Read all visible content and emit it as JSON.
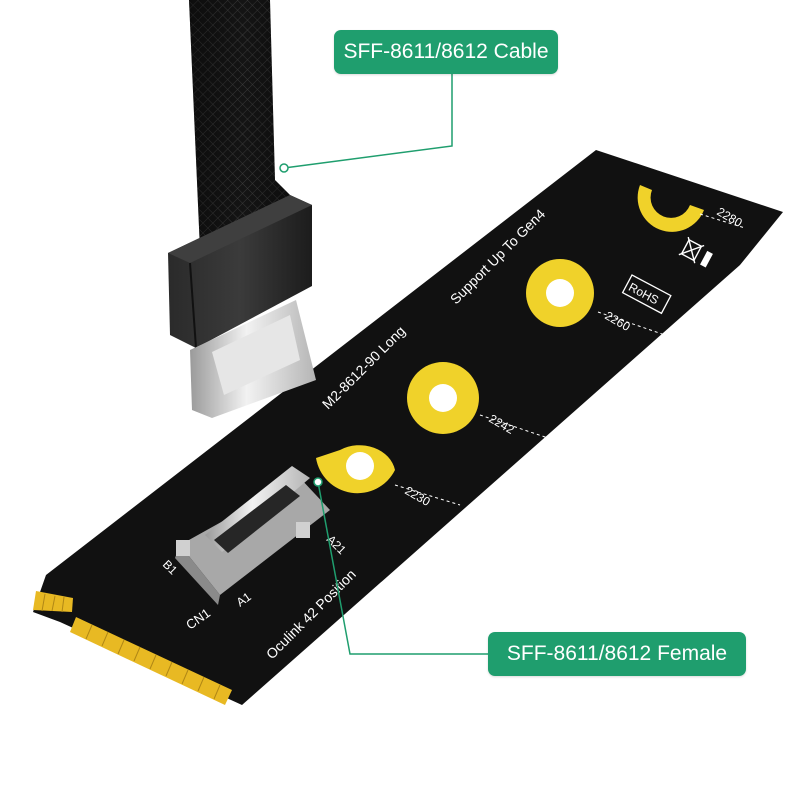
{
  "callouts": {
    "cable": "SFF-8611/8612 Cable",
    "female": "SFF-8611/8612 Female"
  },
  "board": {
    "model": "M2-8612-90 Long",
    "support": "Support Up To Gen4",
    "connector_desc": "Oculink 42 Position",
    "connector_ref": "CN1",
    "pin_a1": "A1",
    "pin_a21": "A21",
    "pin_b1": "B1",
    "mark_2230": "2230",
    "mark_2242": "2242",
    "mark_2260": "2260",
    "mark_2280": "2280",
    "rohs": "RoHS"
  },
  "colors": {
    "accent": "#1f9e6e",
    "pcb": "#111111",
    "gold": "#e8b923",
    "mount_pad": "#f0d22a"
  }
}
